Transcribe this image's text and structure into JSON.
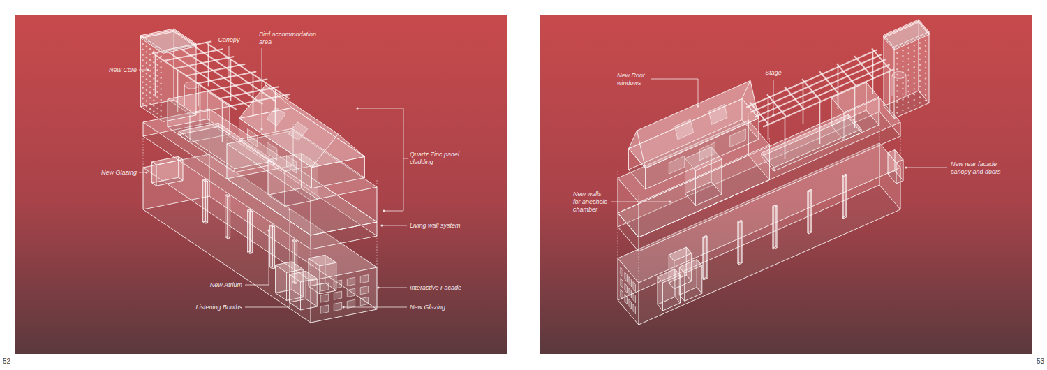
{
  "diagram": {
    "labels": [
      "New Core",
      "Canopy",
      "Bird accommodation area",
      "New Glazing",
      "Quartz Zinc panel cladding",
      "Living wall system",
      "New Atrium",
      "Interactive Facade",
      "Listening Booths",
      "New Glazing",
      "New Roof windows",
      "Stage",
      "New walls for anechoic chamber",
      "New rear facade canopy and doors",
      "52",
      "53"
    ]
  }
}
